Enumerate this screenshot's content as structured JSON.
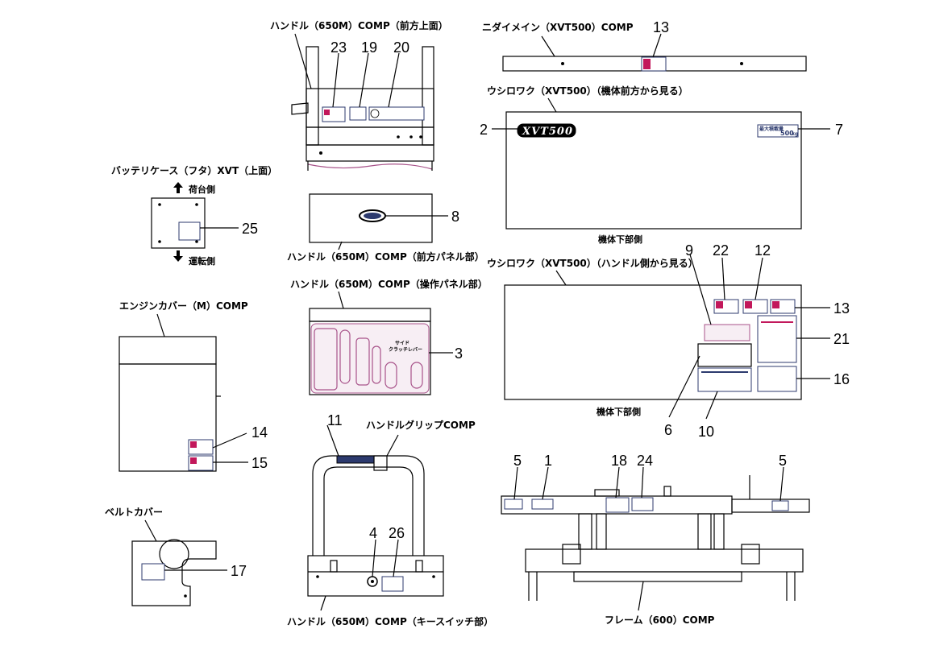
{
  "views": {
    "handle_top": "ハンドル（650M）COMP（前方上面）",
    "carrier_main": "ニダイメイン（XVT500）COMP",
    "rear_front": "ウシロワク（XVT500）（機体前方から見る）",
    "bottom_a": "機体下部側",
    "battery": "バッテリケース（フタ）XVT（上面）",
    "front_dir": "荷台側",
    "drive_dir": "運転側",
    "handle_front_panel": "ハンドル（650M）COMP（前方パネル部）",
    "handle_op_panel": "ハンドル（650M）COMP（操作パネル部）",
    "rear_handle": "ウシロワク（XVT500）（ハンドル側から見る）",
    "bottom_b": "機体下部側",
    "engine_cover": "エンジンカバー（M）COMP",
    "grip": "ハンドルグリップCOMP",
    "belt_cover": "ベルトカバー",
    "key_switch": "ハンドル（650M）COMP（キースイッチ部）",
    "frame": "フレーム（600）COMP"
  },
  "numbers": {
    "n23": "23",
    "n19": "19",
    "n20": "20",
    "n13a": "13",
    "n2": "2",
    "n7": "7",
    "n25": "25",
    "n8": "8",
    "n9": "9",
    "n22": "22",
    "n12": "12",
    "n13b": "13",
    "n21": "21",
    "n3": "3",
    "n16": "16",
    "n6": "6",
    "n10": "10",
    "n14": "14",
    "n15": "15",
    "n11": "11",
    "n5a": "5",
    "n1": "1",
    "n18": "18",
    "n24": "24",
    "n5b": "5",
    "n4": "4",
    "n26": "26",
    "n17": "17"
  },
  "decals": {
    "model_logo": "XVT500",
    "max_load": "最大積載量",
    "max_load_value": "500",
    "max_load_unit": "kg",
    "side_clutch": "サイド",
    "side_clutch_2": "クラッチレバー"
  },
  "colors": {
    "line": "#000000",
    "pink": "#a8538a",
    "navy": "#2c3a6e"
  }
}
